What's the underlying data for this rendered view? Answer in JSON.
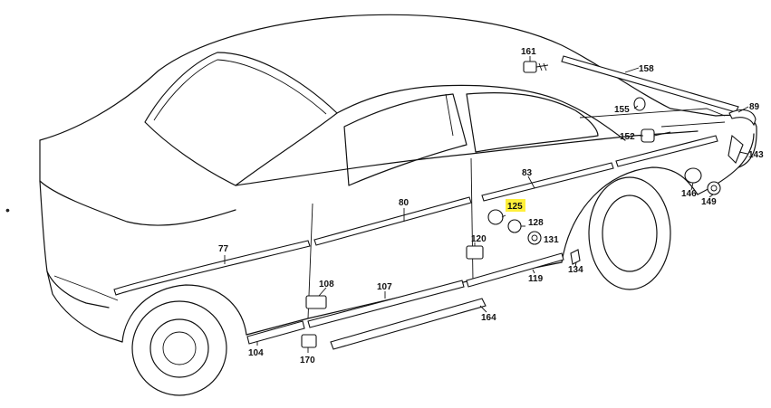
{
  "page": {
    "bullet": "•"
  },
  "diagram": {
    "labels": {
      "p161": "161",
      "p158": "158",
      "p89": "89",
      "p155": "155",
      "p152": "152",
      "p143": "143",
      "p83": "83",
      "p146": "146",
      "p149": "149",
      "p80": "80",
      "p125": "125",
      "p128": "128",
      "p120": "120",
      "p131": "131",
      "p77": "77",
      "p134": "134",
      "p108": "108",
      "p107": "107",
      "p119": "119",
      "p164": "164",
      "p104": "104",
      "p170": "170"
    },
    "highlight": {
      "part": "125",
      "color": "#ffef3a"
    }
  }
}
